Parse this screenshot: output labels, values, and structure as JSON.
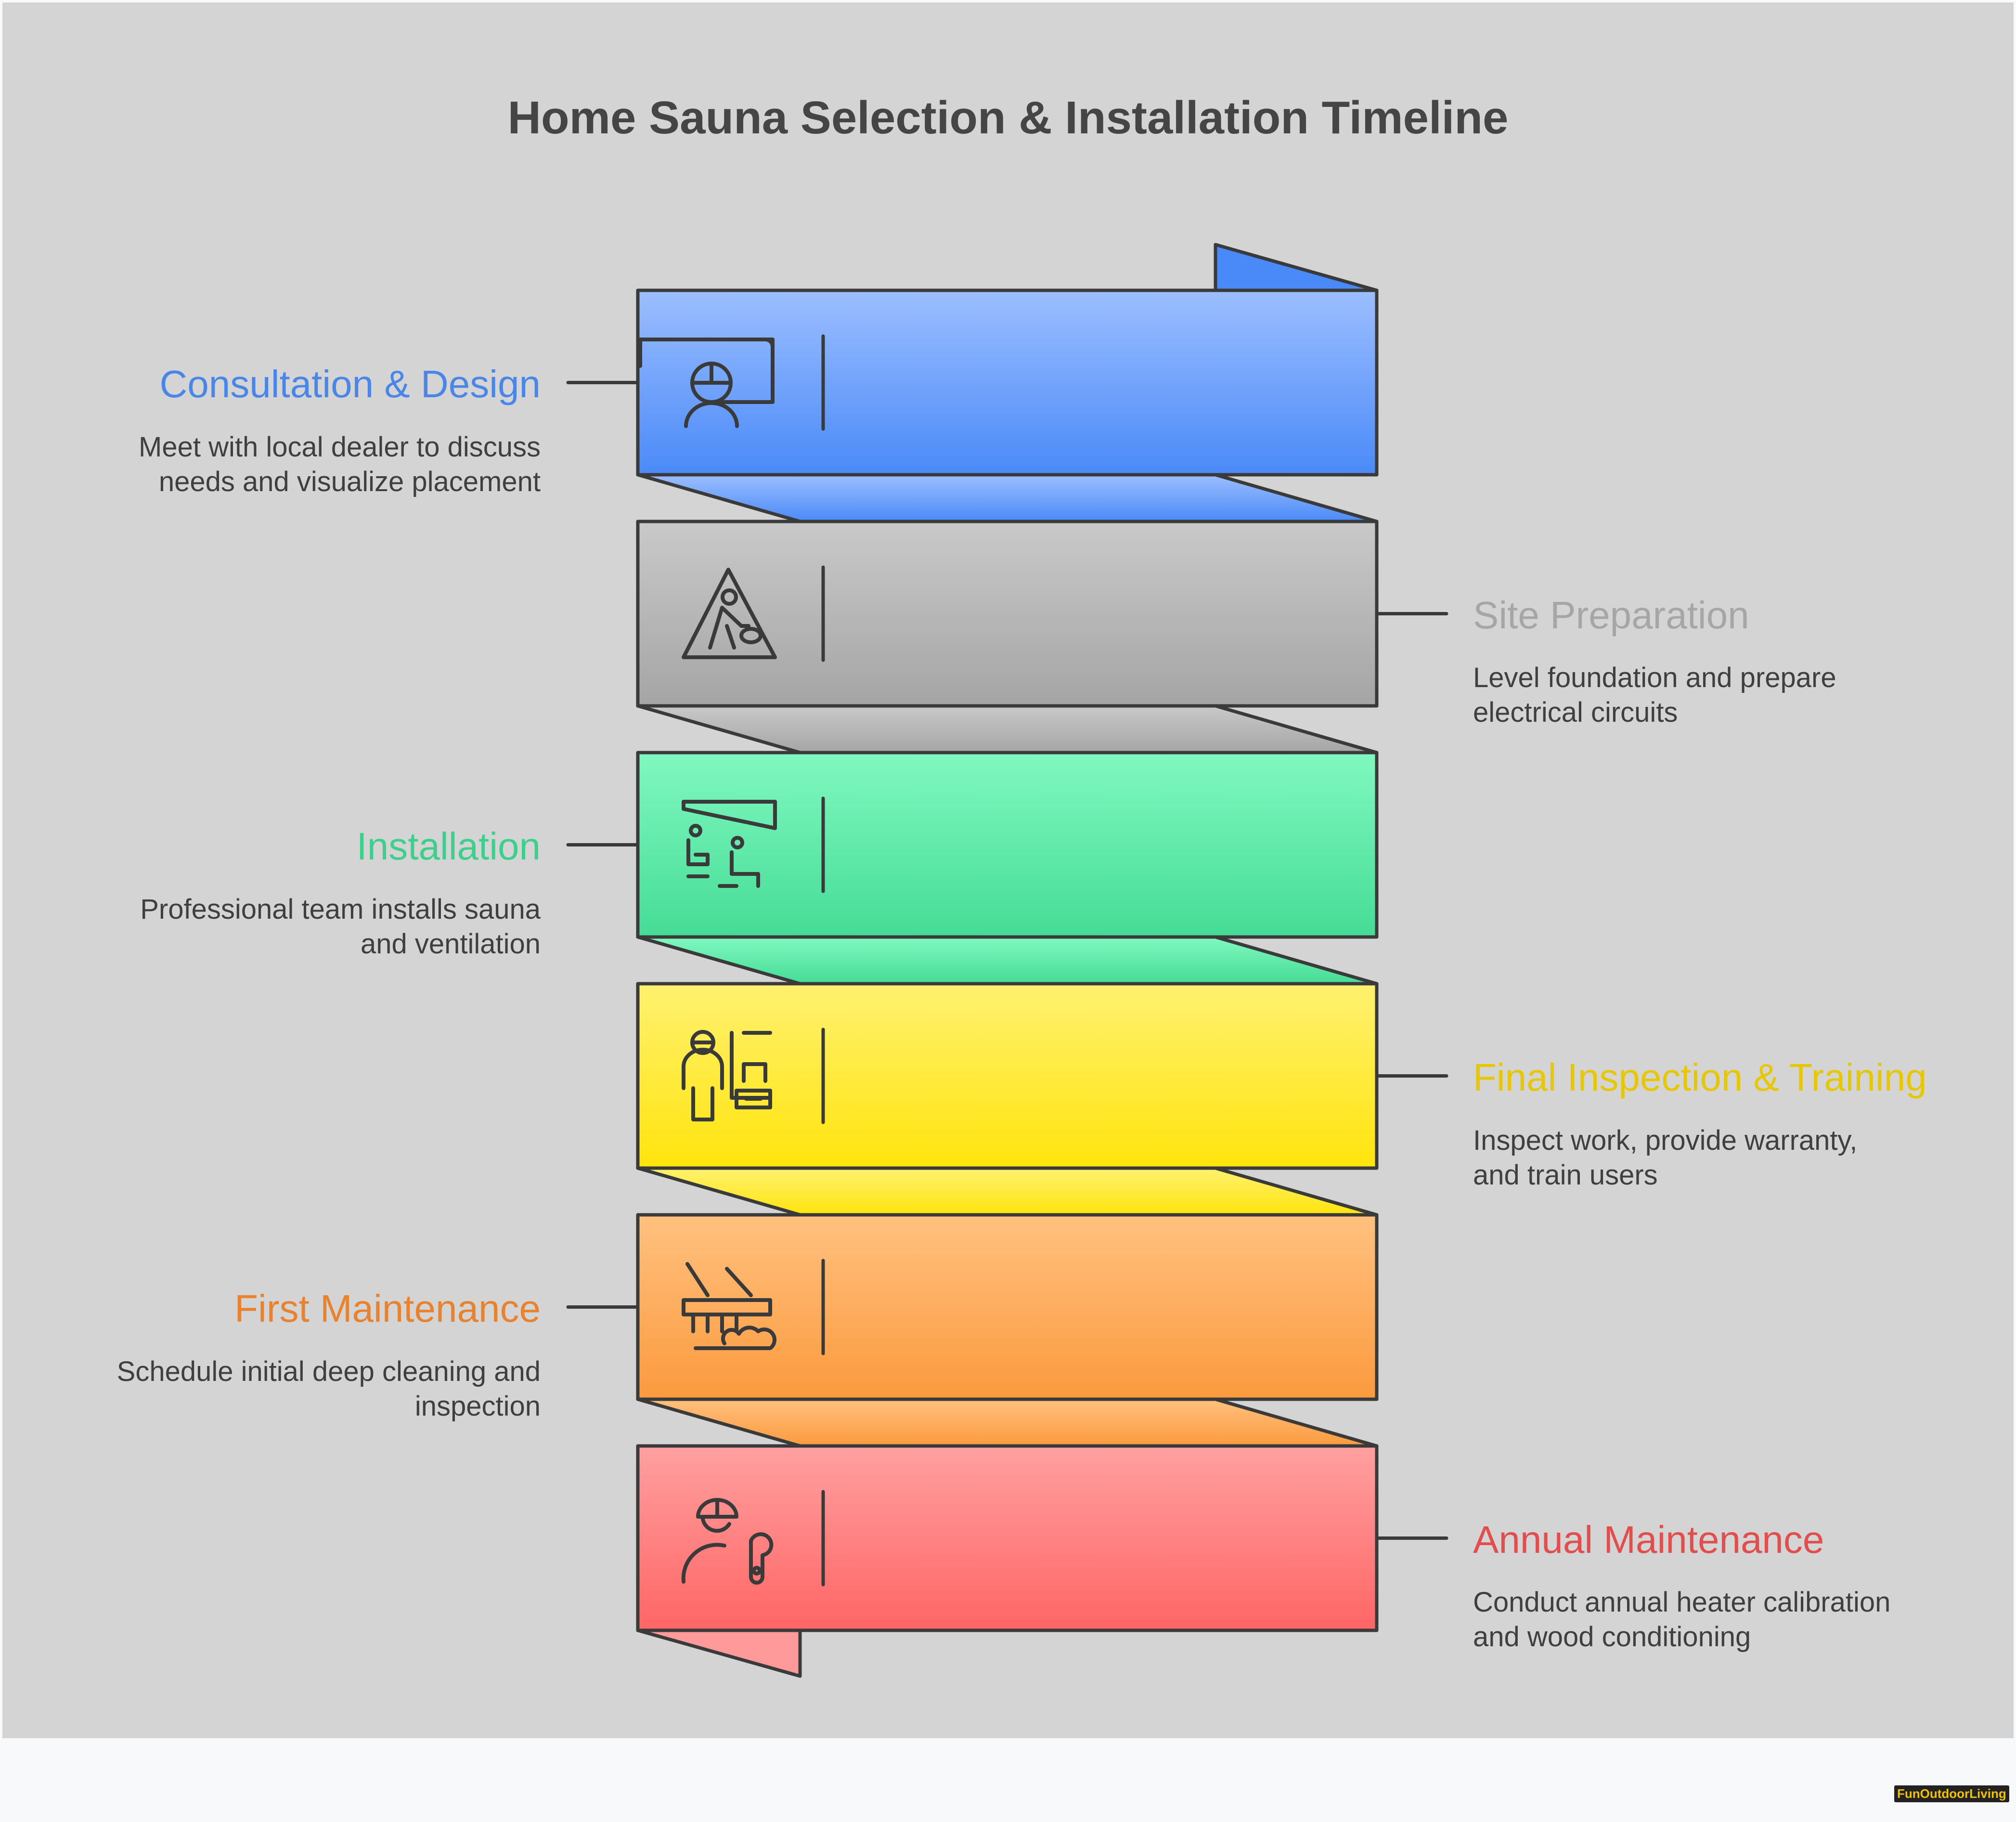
{
  "title": "Home Sauna Selection & Installation Timeline",
  "steps": [
    {
      "title": "Consultation & Design",
      "description": "Meet with local dealer to discuss\nneeds and visualize placement",
      "color": "#4a86e8",
      "side": "left",
      "icon": "engineer-blueprint-icon"
    },
    {
      "title": "Site Preparation",
      "description": "Level foundation and prepare\nelectrical circuits",
      "color": "#a6a6a6",
      "side": "right",
      "icon": "construction-sign-icon"
    },
    {
      "title": "Installation",
      "description": "Professional team installs sauna\nand ventilation",
      "color": "#3fcf8c",
      "side": "left",
      "icon": "sauna-bench-people-icon"
    },
    {
      "title": "Final Inspection & Training",
      "description": "Inspect work, provide warranty,\nand train users",
      "color": "#e6c700",
      "side": "right",
      "icon": "inspector-heater-icon"
    },
    {
      "title": "First Maintenance",
      "description": "Schedule initial deep cleaning and\ninspection",
      "color": "#e8822e",
      "side": "left",
      "icon": "cleaning-brush-icon"
    },
    {
      "title": "Annual Maintenance",
      "description": "Conduct annual heater calibration\nand wood conditioning",
      "color": "#e24d4d",
      "side": "right",
      "icon": "worker-wrench-icon"
    }
  ],
  "logo_text": "FunOutdoorLiving"
}
